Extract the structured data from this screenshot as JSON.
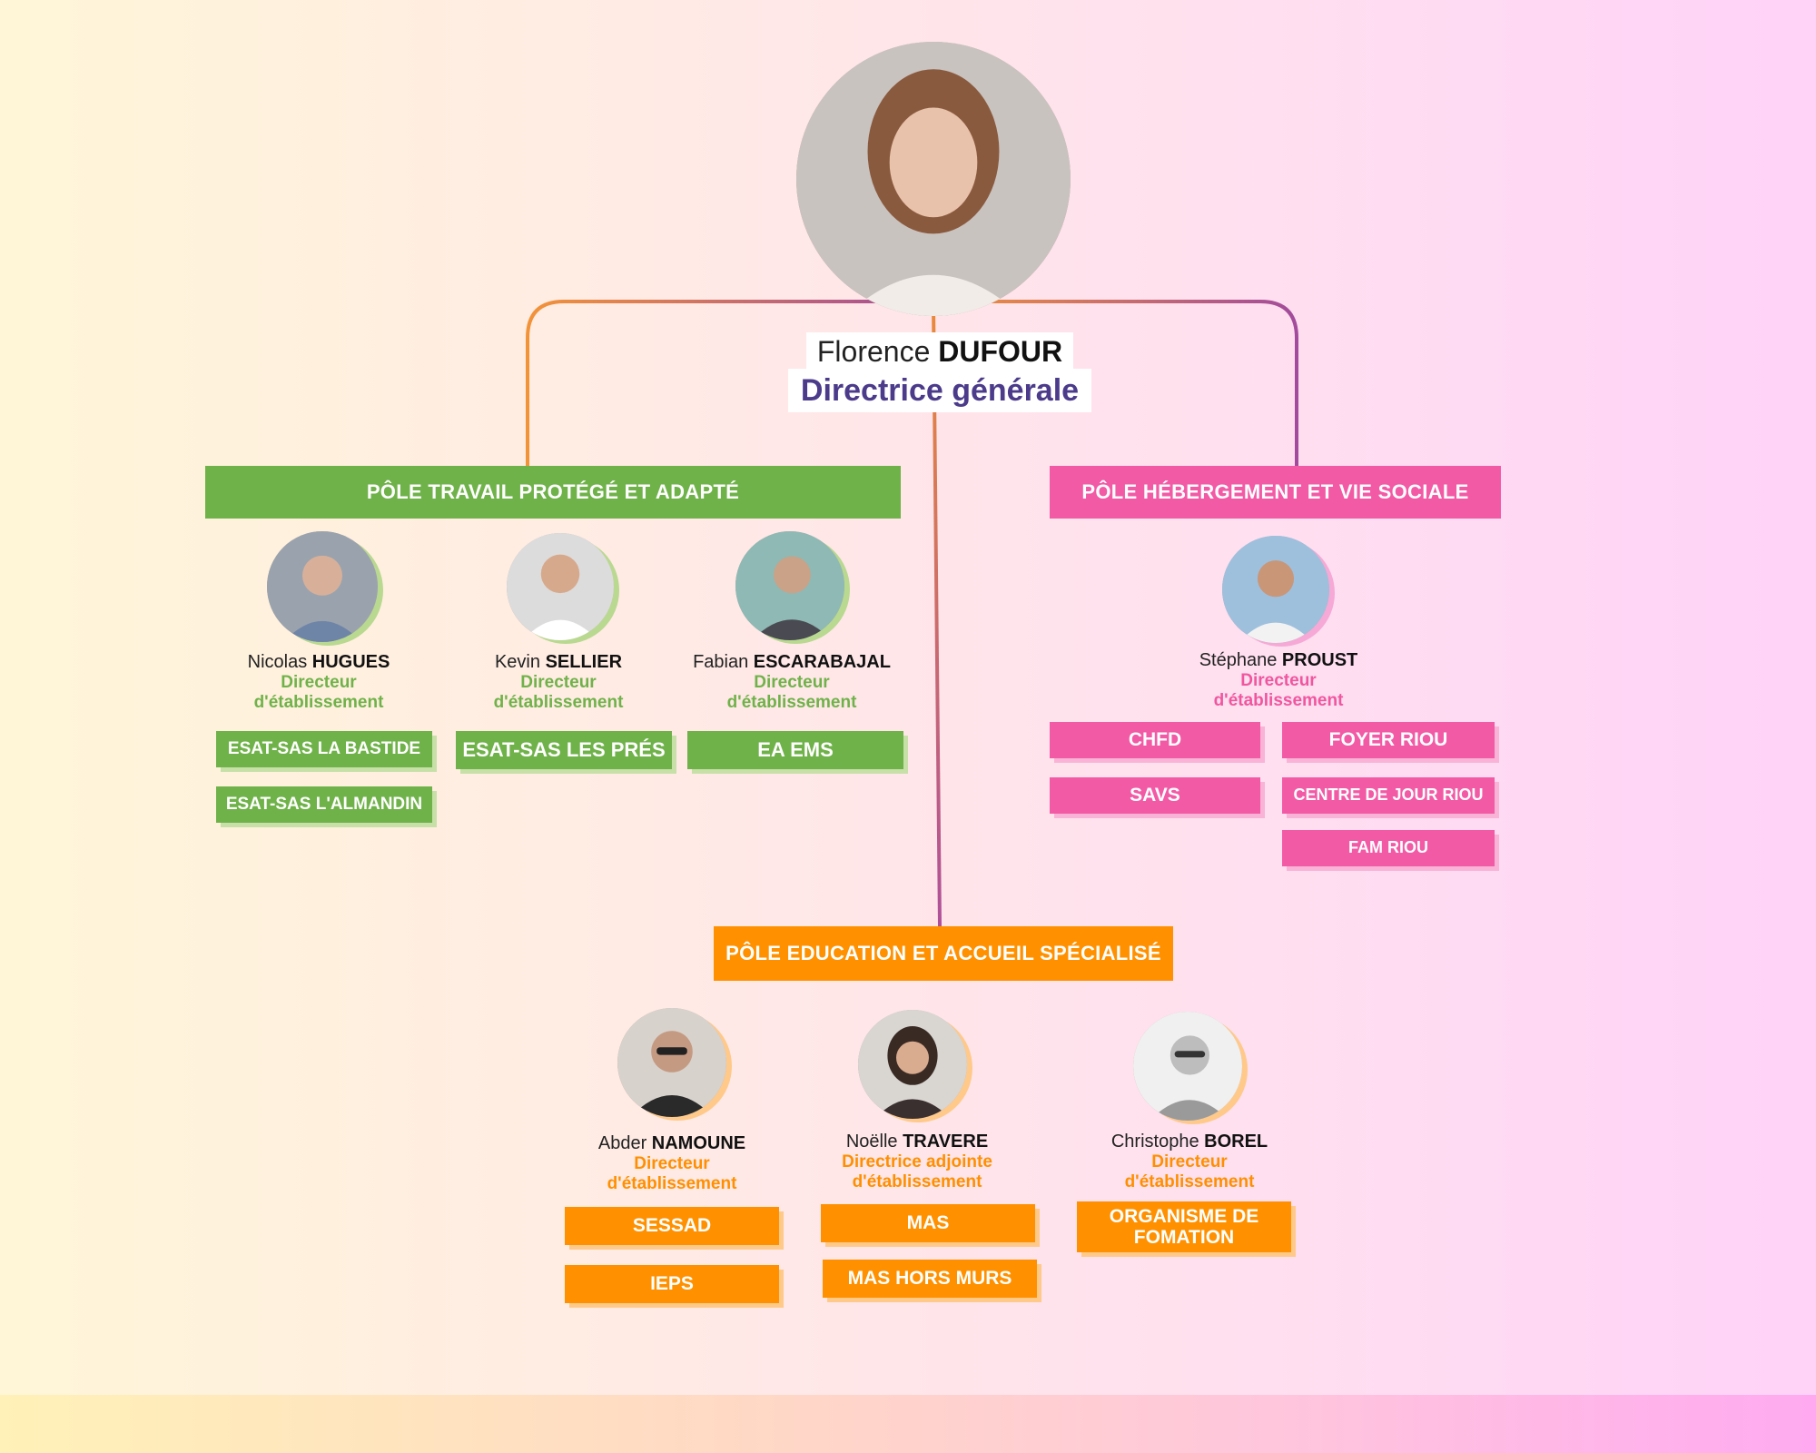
{
  "ceo": {
    "first": "Florence",
    "last": "DUFOUR",
    "role": "Directrice générale"
  },
  "poles": {
    "travail": {
      "title": "PÔLE TRAVAIL PROTÉGÉ ET ADAPTÉ",
      "people": [
        {
          "first": "Nicolas",
          "last": "HUGUES",
          "role1": "Directeur",
          "role2": "d'établissement"
        },
        {
          "first": "Kevin",
          "last": "SELLIER",
          "role1": "Directeur",
          "role2": "d'établissement"
        },
        {
          "first": "Fabian",
          "last": "ESCARABAJAL",
          "role1": "Directeur",
          "role2": "d'établissement"
        }
      ],
      "units": [
        "ESAT-SAS LA BASTIDE",
        "ESAT-SAS L'ALMANDIN",
        "ESAT-SAS LES PRÉS",
        "EA EMS"
      ]
    },
    "hebergement": {
      "title": "PÔLE HÉBERGEMENT ET VIE SOCIALE",
      "people": [
        {
          "first": "Stéphane",
          "last": "PROUST",
          "role1": "Directeur",
          "role2": "d'établissement"
        }
      ],
      "units": [
        "CHFD",
        "SAVS",
        "FOYER RIOU",
        "CENTRE DE JOUR RIOU",
        "FAM RIOU"
      ]
    },
    "education": {
      "title": "PÔLE EDUCATION ET ACCUEIL SPÉCIALISÉ",
      "people": [
        {
          "first": "Abder",
          "last": "NAMOUNE",
          "role1": "Directeur",
          "role2": "d'établissement"
        },
        {
          "first": "Noëlle",
          "last": "TRAVERE",
          "role1": "Directrice adjointe",
          "role2": "d'établissement"
        },
        {
          "first": "Christophe",
          "last": "BOREL",
          "role1": "Directeur",
          "role2": "d'établissement"
        }
      ],
      "units": [
        "SESSAD",
        "IEPS",
        "MAS",
        "MAS HORS MURS",
        "ORGANISME DE",
        "FOMATION"
      ]
    }
  },
  "colors": {
    "green": "#70b24a",
    "pink": "#f25aa6",
    "orange": "#ff9100",
    "purple": "#4b3b8a"
  }
}
